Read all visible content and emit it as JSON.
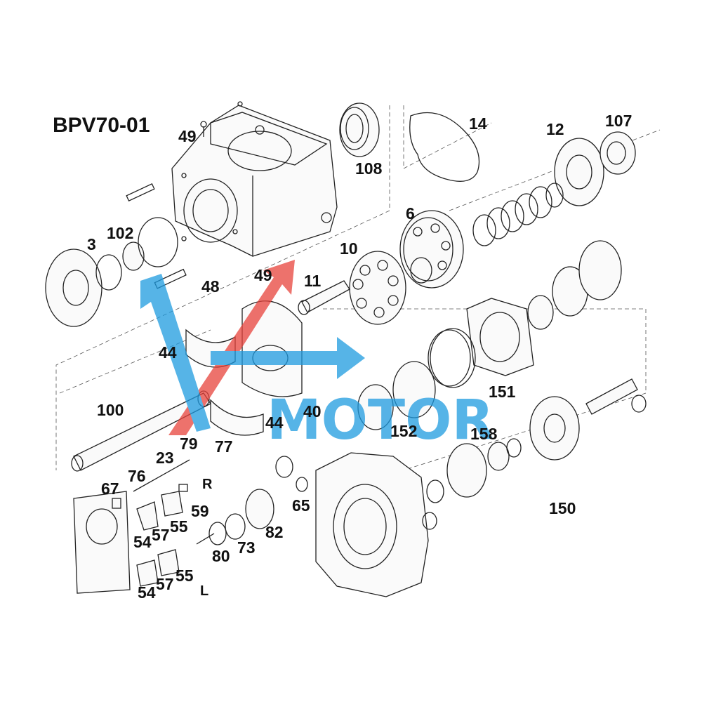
{
  "title": "BPV70-01",
  "watermark": {
    "text": "MOTOR",
    "colors": {
      "blue": "#1e9be0",
      "red": "#e8433c"
    }
  },
  "callouts": [
    {
      "id": "c3",
      "text": "3"
    },
    {
      "id": "c6",
      "text": "6"
    },
    {
      "id": "c10",
      "text": "10"
    },
    {
      "id": "c11",
      "text": "11"
    },
    {
      "id": "c12",
      "text": "12"
    },
    {
      "id": "c14",
      "text": "14"
    },
    {
      "id": "c23",
      "text": "23"
    },
    {
      "id": "c40",
      "text": "40"
    },
    {
      "id": "c44a",
      "text": "44"
    },
    {
      "id": "c44b",
      "text": "44"
    },
    {
      "id": "c48",
      "text": "48"
    },
    {
      "id": "c49a",
      "text": "49"
    },
    {
      "id": "c49b",
      "text": "49"
    },
    {
      "id": "c54a",
      "text": "54"
    },
    {
      "id": "c54b",
      "text": "54"
    },
    {
      "id": "c55a",
      "text": "55"
    },
    {
      "id": "c55b",
      "text": "55"
    },
    {
      "id": "c57a",
      "text": "57"
    },
    {
      "id": "c57b",
      "text": "57"
    },
    {
      "id": "c59",
      "text": "59"
    },
    {
      "id": "c65",
      "text": "65"
    },
    {
      "id": "c67",
      "text": "67"
    },
    {
      "id": "c73",
      "text": "73"
    },
    {
      "id": "c76",
      "text": "76"
    },
    {
      "id": "c77",
      "text": "77"
    },
    {
      "id": "c79",
      "text": "79"
    },
    {
      "id": "c80",
      "text": "80"
    },
    {
      "id": "c82",
      "text": "82"
    },
    {
      "id": "c100",
      "text": "100"
    },
    {
      "id": "c102",
      "text": "102"
    },
    {
      "id": "c107",
      "text": "107"
    },
    {
      "id": "c108",
      "text": "108"
    },
    {
      "id": "c150",
      "text": "150"
    },
    {
      "id": "c151",
      "text": "151"
    },
    {
      "id": "c152",
      "text": "152"
    },
    {
      "id": "c158",
      "text": "158"
    },
    {
      "id": "cR",
      "text": "R"
    },
    {
      "id": "cL",
      "text": "L"
    }
  ]
}
